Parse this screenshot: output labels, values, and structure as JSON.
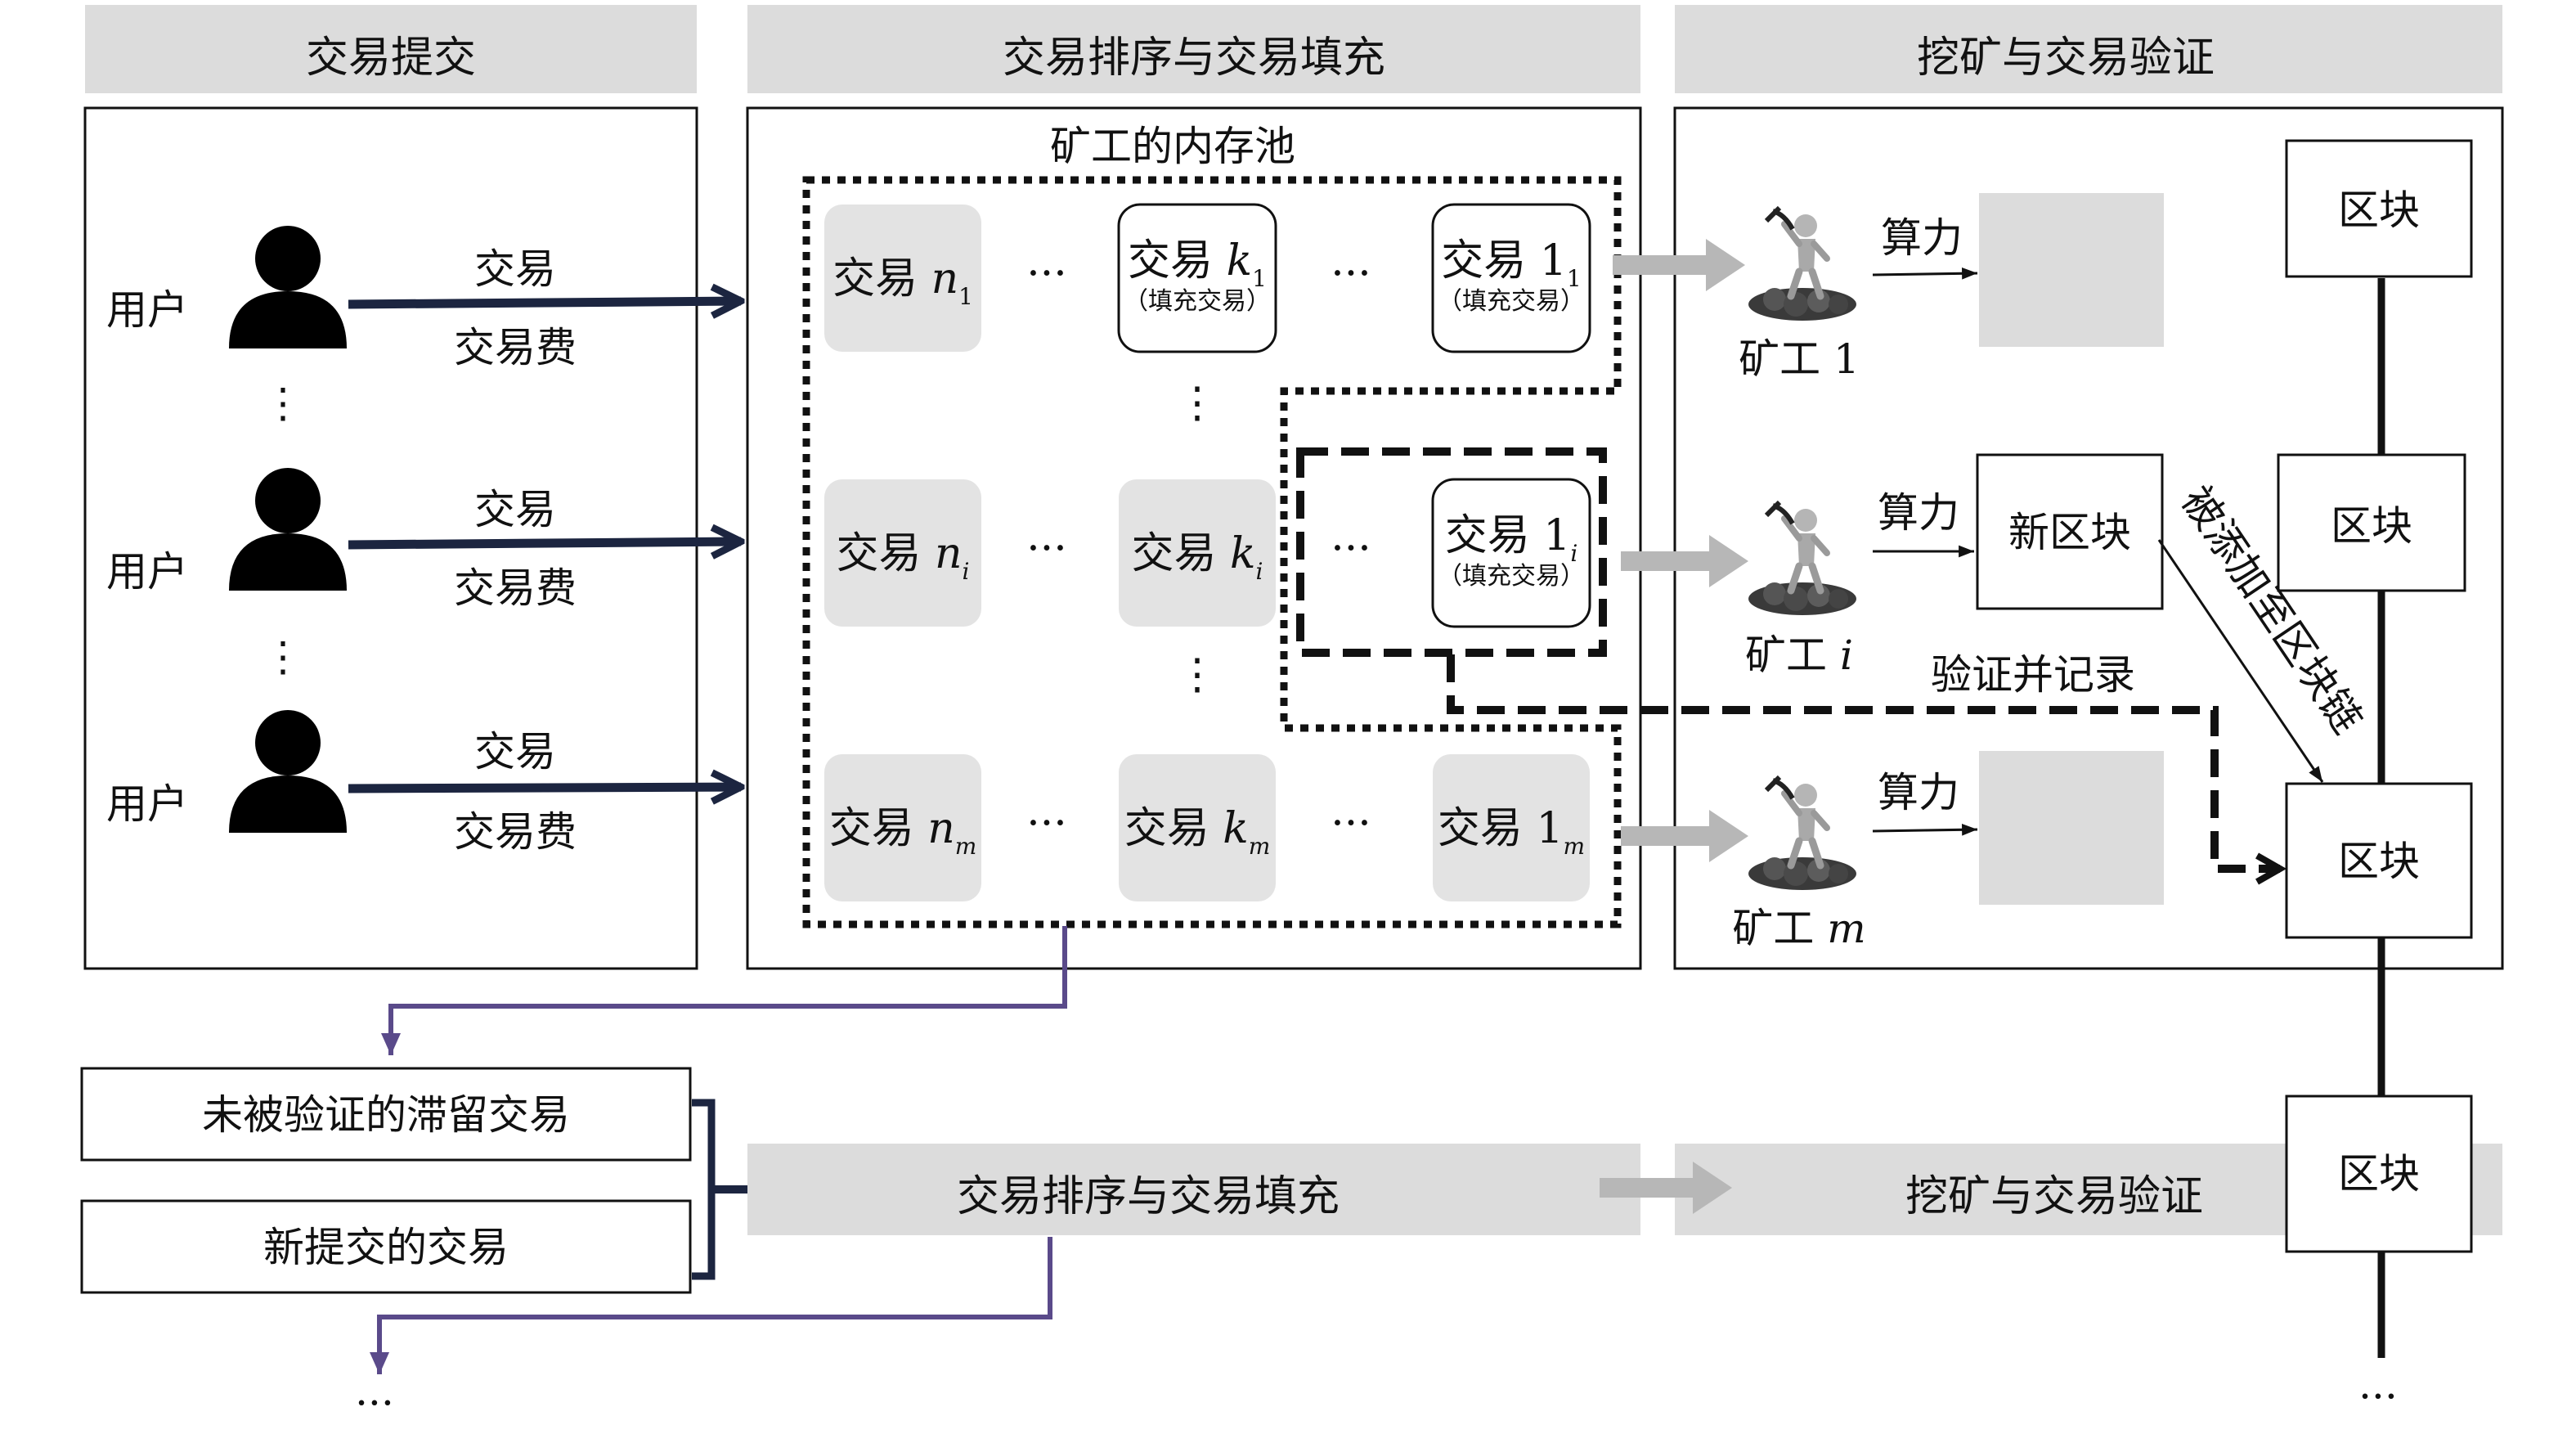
{
  "headers": {
    "submit": "交易提交",
    "order": "交易排序与交易填充",
    "mine": "挖矿与交易验证"
  },
  "users": {
    "label": "用户",
    "tx": "交易",
    "fee": "交易费",
    "ellipsis": "⋮"
  },
  "mempool": {
    "title": "矿工的内存池",
    "tx_word": "交易",
    "filler_sub": "（填充交易）",
    "hdots": "···",
    "vdots": "⋮",
    "rows": [
      {
        "n_var": "n",
        "n_sub": "1",
        "k_var": "k",
        "k_sub": "1",
        "one": "1",
        "one_sub": "1"
      },
      {
        "n_var": "n",
        "n_sub": "i",
        "k_var": "k",
        "k_sub": "i",
        "one": "1",
        "one_sub": "i"
      },
      {
        "n_var": "n",
        "n_sub": "m",
        "k_var": "k",
        "k_sub": "m",
        "one": "1",
        "one_sub": "m"
      }
    ]
  },
  "miners": {
    "hashrate": "算力",
    "items": [
      {
        "name": "矿工",
        "suffix": "1"
      },
      {
        "name": "矿工",
        "suffix": "i"
      },
      {
        "name": "矿工",
        "suffix": "m"
      }
    ],
    "new_block": "新区块",
    "added_to_chain": "被添加至区块链",
    "verify_record": "验证并记录"
  },
  "blockchain": {
    "block": "区块",
    "ellipsis": "···"
  },
  "next_round": {
    "stranded": "未被验证的滞留交易",
    "new_submitted": "新提交的交易",
    "order": "交易排序与交易填充",
    "mine": "挖矿与交易验证",
    "ellipsis": "···"
  },
  "colors": {
    "header_bg": "#dcdcdc",
    "tx_bg": "#e3e3e3",
    "navy_arrow": "#1c2540",
    "purple_line": "#5a4a8a",
    "gray_arrow": "#b7b7b7"
  }
}
